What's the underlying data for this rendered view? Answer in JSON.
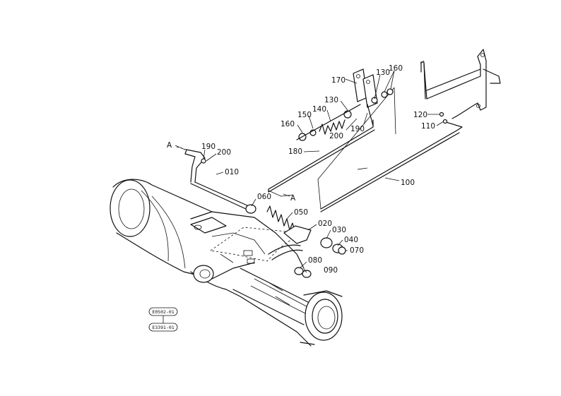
{
  "labels": {
    "p010": "010",
    "p020": "020",
    "p030": "030",
    "p040": "040",
    "p050": "050",
    "p060": "060",
    "p070": "070",
    "p080": "080",
    "p090": "090",
    "p100": "100",
    "p110": "110",
    "p120": "120",
    "p130a": "130",
    "p130b": "130",
    "p140": "140",
    "p150": "150",
    "p160a": "160",
    "p160b": "160",
    "p170": "170",
    "p180": "180",
    "p190a": "190",
    "p190b": "190",
    "p200a": "200",
    "p200b": "200",
    "refA1": "A",
    "refA2": "A"
  },
  "stamps": {
    "s1": "E0502-01",
    "s2": "E3391-01"
  }
}
